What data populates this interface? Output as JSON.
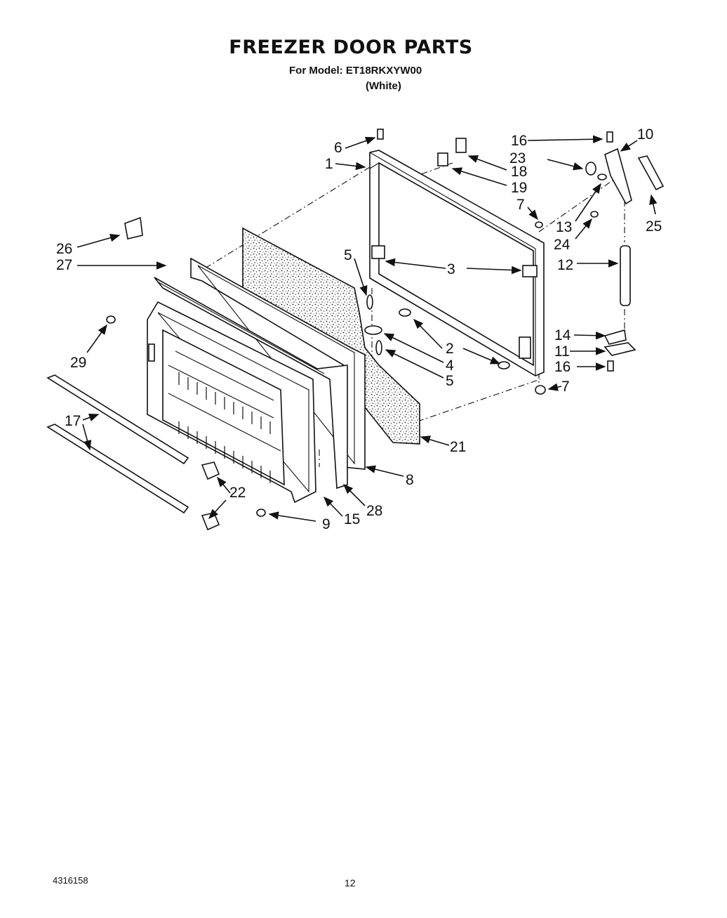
{
  "header": {
    "title": "FREEZER DOOR PARTS",
    "model_line": "For Model: ET18RKXYW00",
    "color_line": "(White)"
  },
  "callouts": [
    "1",
    "2",
    "3",
    "4",
    "5",
    "5",
    "6",
    "7",
    "7",
    "8",
    "9",
    "10",
    "11",
    "12",
    "13",
    "14",
    "15",
    "16",
    "16",
    "17",
    "18",
    "19",
    "21",
    "22",
    "23",
    "24",
    "25",
    "26",
    "27",
    "28",
    "29"
  ],
  "footer": {
    "doc_number": "4316158",
    "page_number": "12"
  }
}
